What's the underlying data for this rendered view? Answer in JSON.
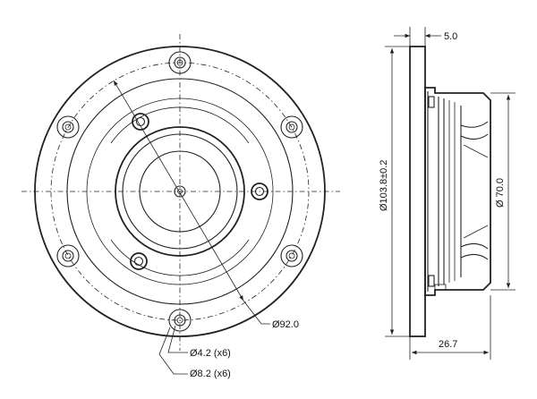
{
  "drawing": {
    "front_view": {
      "dim_pitch_circle": "Ø92.0",
      "dim_hole_small": "Ø4.2 (x6)",
      "dim_hole_large": "Ø8.2 (x6)"
    },
    "side_view": {
      "dim_flange_thickness": "5.0",
      "dim_outer_diameter": "Ø103.8±0.2",
      "dim_body_diameter": "Ø 70.0",
      "dim_depth": "26.7"
    }
  }
}
